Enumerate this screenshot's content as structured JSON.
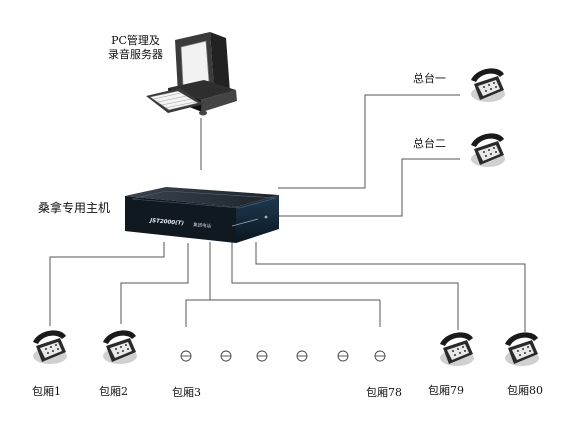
{
  "labels": {
    "pc_server_line1": "PC管理及",
    "pc_server_line2": "录音服务器",
    "host": "桑拿专用主机",
    "console1": "总台一",
    "console2": "总台二",
    "room1": "包厢1",
    "room2": "包厢2",
    "room3": "包厢3",
    "room78": "包厢78",
    "room79": "包厢79",
    "room80": "包厢80"
  },
  "device_front": {
    "model": "JST2000(T)",
    "caption": "集团电话"
  },
  "line_color": "#555555"
}
